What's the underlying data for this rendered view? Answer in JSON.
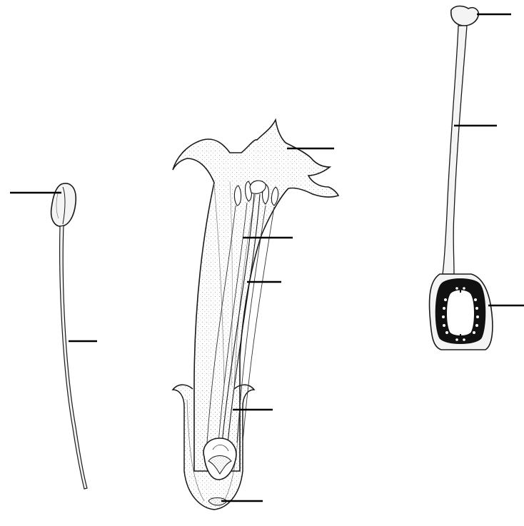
{
  "figure": {
    "background_color": "#ffffff",
    "line_color": "#1a1a1a",
    "stipple_color": "#9a9a9a",
    "ovary_fill_color": "#111111",
    "parts": [
      "stamen",
      "flower-longitudinal-section",
      "pistil"
    ],
    "label_text": []
  }
}
